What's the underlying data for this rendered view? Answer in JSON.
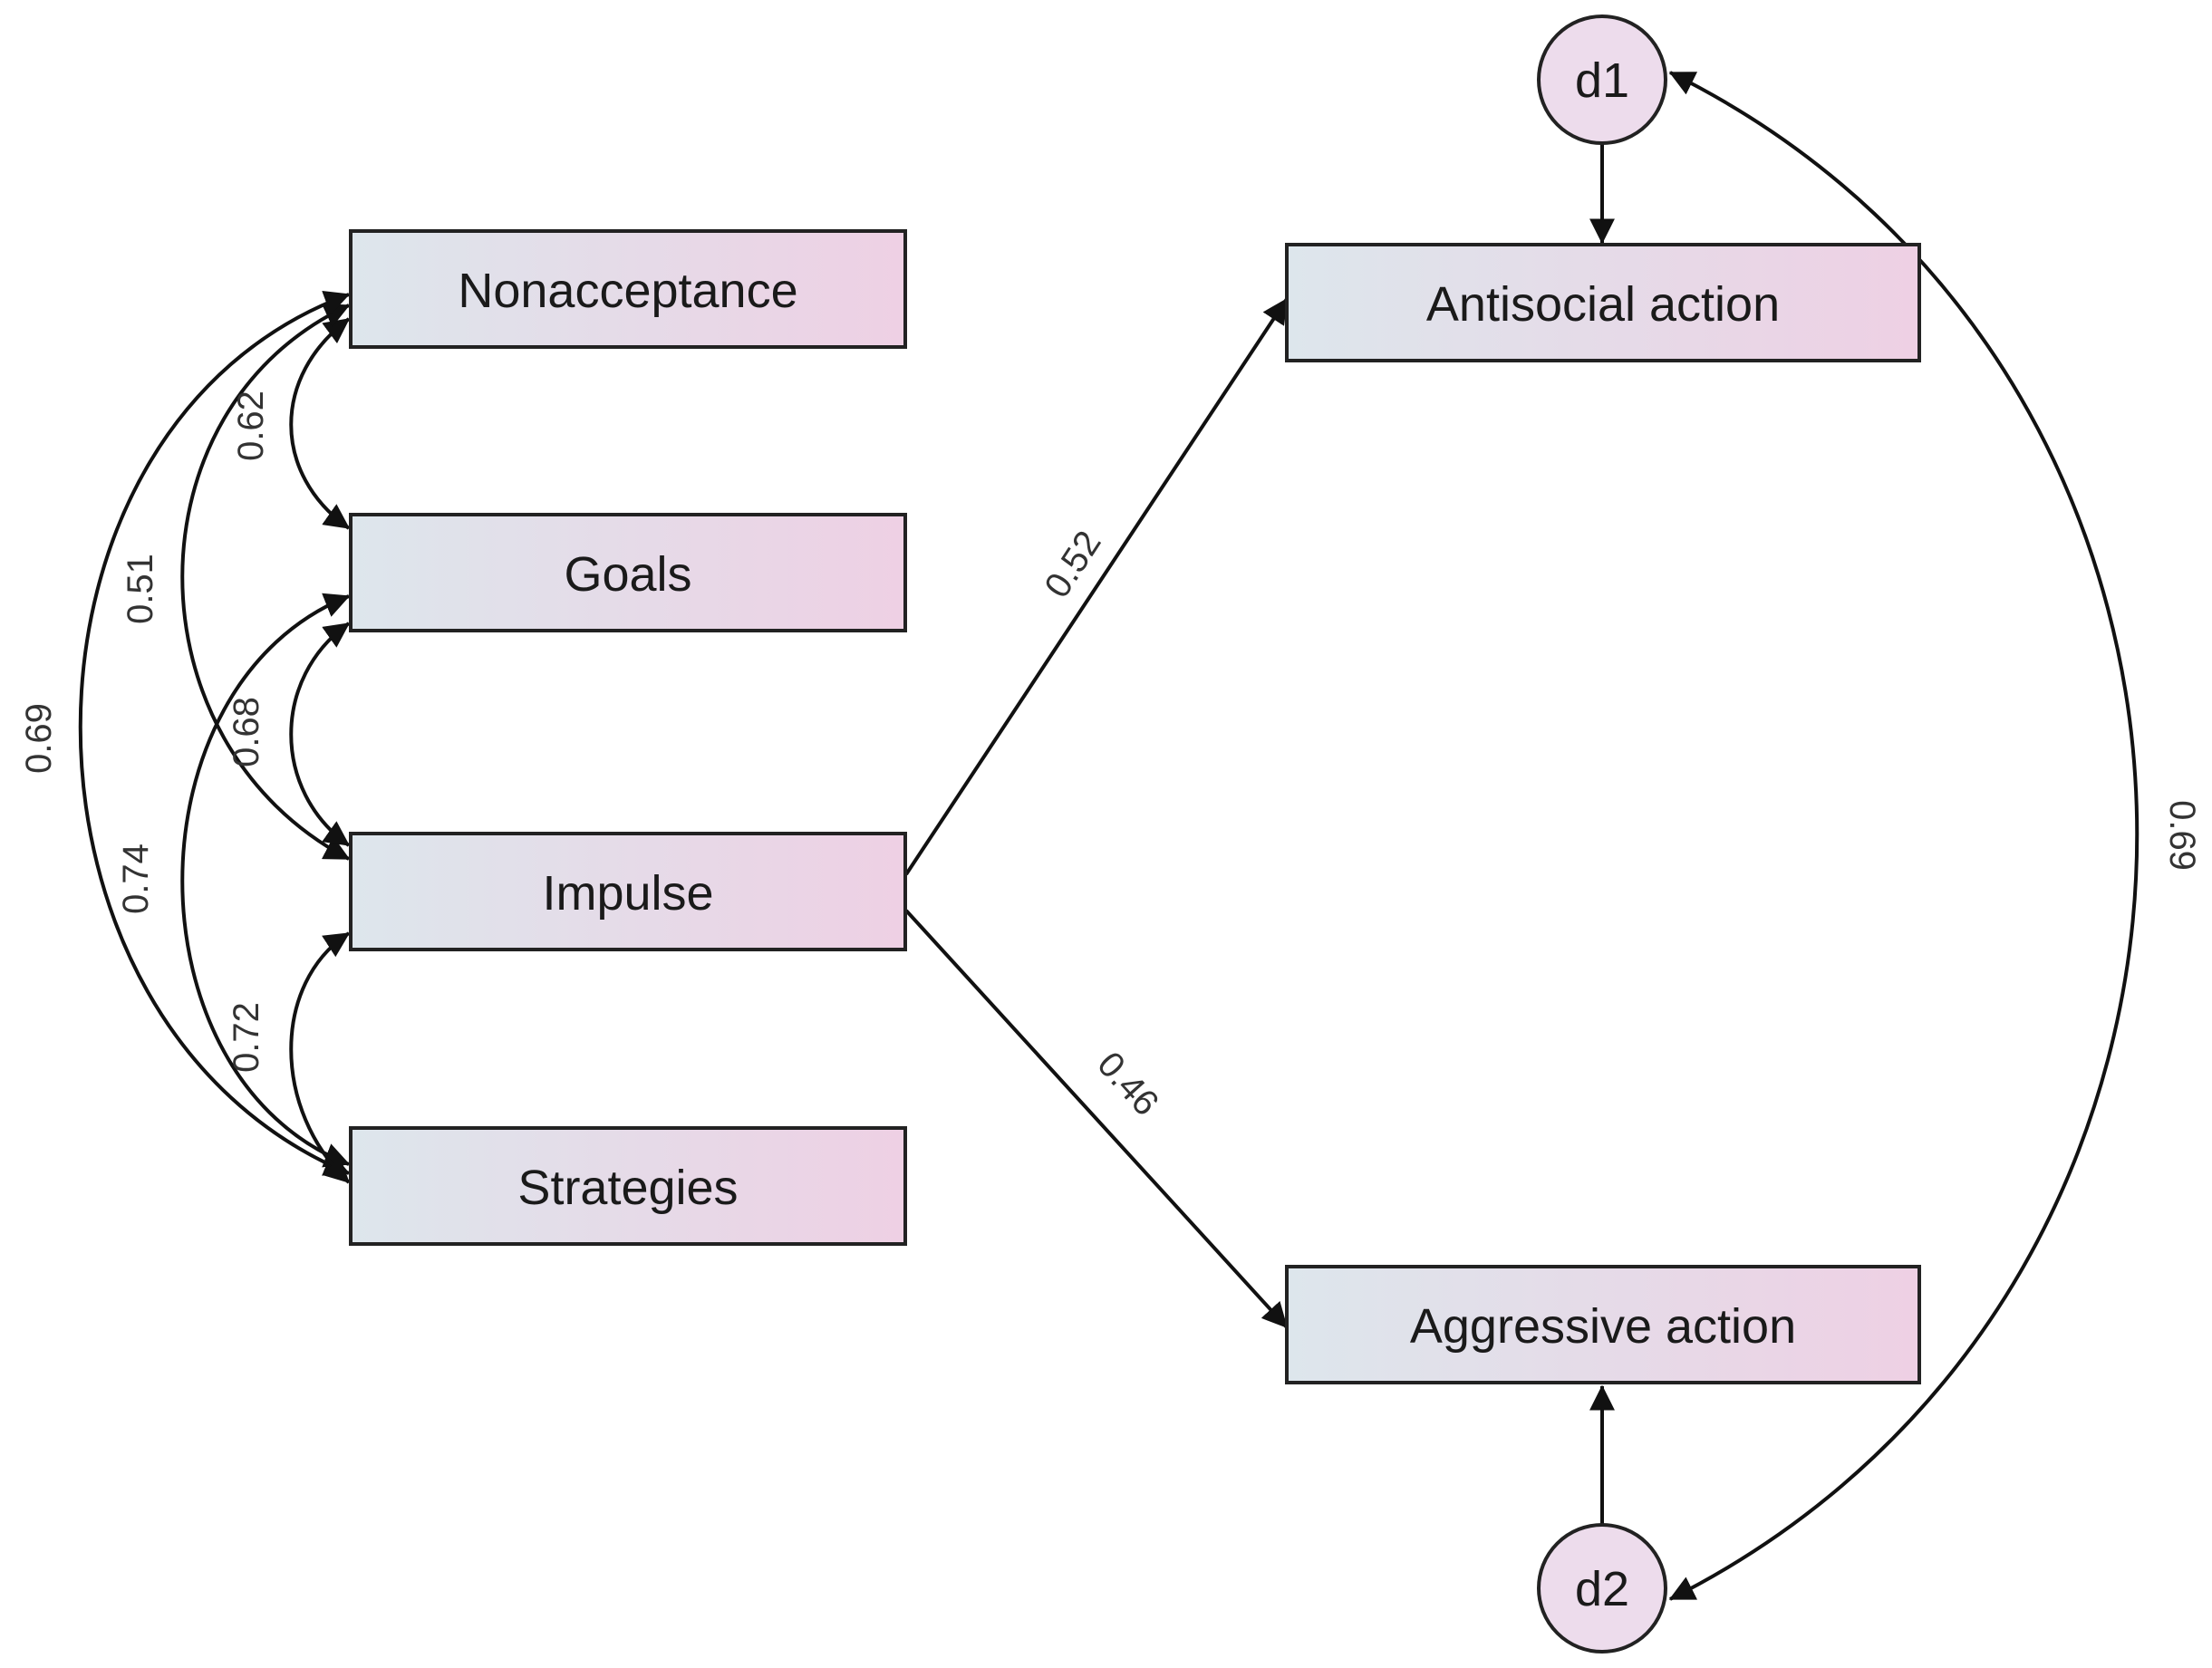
{
  "observed": {
    "nonacceptance": "Nonacceptance",
    "goals": "Goals",
    "impulse": "Impulse",
    "strategies": "Strategies",
    "antisocial": "Antisocial action",
    "aggressive": "Aggressive action"
  },
  "disturbances": {
    "d1": "d1",
    "d2": "d2"
  },
  "coefficients": {
    "nonacceptance_goals": "0.62",
    "nonacceptance_impulse": "0.51",
    "nonacceptance_strategies": "0.69",
    "goals_impulse": "0.68",
    "goals_strategies": "0.74",
    "impulse_strategies": "0.72",
    "impulse_antisocial": "0.52",
    "impulse_aggressive": "0.46",
    "d1_d2": "0.69"
  },
  "colors": {
    "box_left": "#dde6ec",
    "box_right": "#eed0e4",
    "circle_fill": "#eddcec",
    "stroke": "#111111"
  }
}
